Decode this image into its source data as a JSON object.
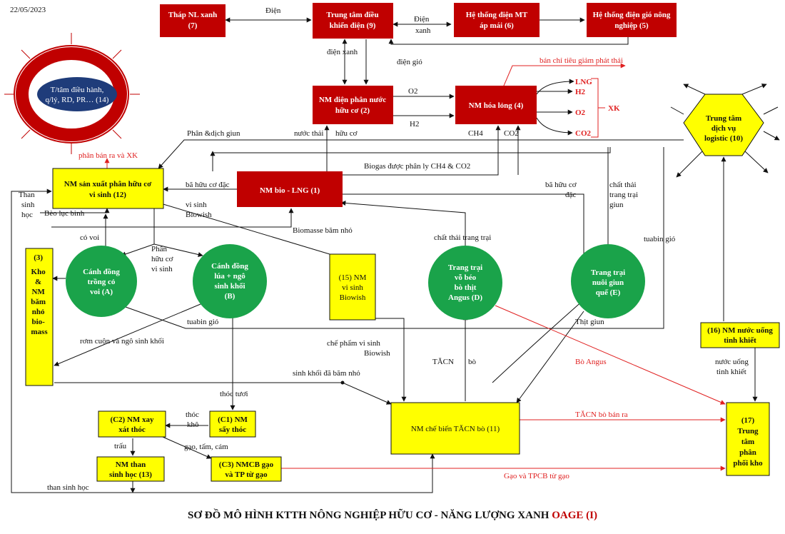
{
  "date": "22/05/2023",
  "title": {
    "main": "SƠ ĐỒ MÔ HÌNH KTTH NÔNG NGHIỆP HỮU CƠ - NĂNG LƯỢNG XANH ",
    "accent": "OAGE (I)"
  },
  "colors": {
    "red_box": "#c00000",
    "yellow_box": "#ffff00",
    "green_circle": "#1aa34a",
    "navy": "#1f3c7a",
    "red_line": "#e02020",
    "hex_fill": "#ffff00"
  },
  "nodes": {
    "n7": {
      "lines": [
        "Tháp NL xanh",
        "(7)"
      ]
    },
    "n9": {
      "lines": [
        "Trung tâm điều",
        "khiển điện (9)"
      ]
    },
    "n6": {
      "lines": [
        "Hệ thống điện MT",
        "áp mái (6)"
      ]
    },
    "n5": {
      "lines": [
        "Hệ thống điện gió nông",
        "nghiệp (5)"
      ]
    },
    "n2": {
      "lines": [
        "NM điện phân nước",
        "hữu cơ (2)"
      ]
    },
    "n4": {
      "lines": [
        "NM hóa lỏng (4)"
      ]
    },
    "n14": {
      "lines": [
        "T/tâm điều hành,",
        "q/lý, RD, PR… (14)"
      ]
    },
    "n10": {
      "lines": [
        "Trung tâm",
        "dịch vụ",
        "logistic (10)"
      ]
    },
    "n12": {
      "lines": [
        "NM sản xuất phân hữu cơ",
        "vi sinh (12)"
      ]
    },
    "n1": {
      "lines": [
        "NM bio - LNG (1)"
      ]
    },
    "n3": {
      "lines": [
        "(3)",
        "Kho",
        "&",
        "NM",
        "băm",
        "nhỏ",
        "bio-",
        "mass"
      ]
    },
    "nA": {
      "lines": [
        "Cánh đồng",
        "trồng cỏ",
        "voi (A)"
      ]
    },
    "nB": {
      "lines": [
        "Cánh đồng",
        "lúa + ngô",
        "sinh khối",
        "(B)"
      ]
    },
    "n15": {
      "lines": [
        "(15) NM",
        "vi sinh",
        "Biowish"
      ]
    },
    "nD": {
      "lines": [
        "Trang trại",
        "vỗ béo",
        "bò thịt",
        "Angus (D)"
      ]
    },
    "nE": {
      "lines": [
        "Trang trại",
        "nuôi giun",
        "quế (E)"
      ]
    },
    "n16": {
      "lines": [
        "(16) NM nước uống",
        "tinh khiết"
      ]
    },
    "nC2": {
      "lines": [
        "(C2) NM xay",
        "xát thóc"
      ]
    },
    "nC1": {
      "lines": [
        "(C1) NM",
        "sấy thóc"
      ]
    },
    "n11": {
      "lines": [
        "NM chế biến TĂCN bò (11)"
      ]
    },
    "n13": {
      "lines": [
        "NM than",
        "sinh học (13)"
      ]
    },
    "nC3": {
      "lines": [
        "(C3) NMCB gạo",
        "và TP từ gạo"
      ]
    },
    "n17": {
      "lines": [
        "(17)",
        "Trung",
        "tâm",
        "phân",
        "phối kho"
      ]
    }
  },
  "outputs": [
    "LNG",
    "H2",
    "O2",
    "CO2"
  ],
  "xk": "XK",
  "edge_labels": {
    "dien": "Điện",
    "dien_xanh_1": "Điện",
    "dien_xanh_2": "xanh",
    "dien_xanh_v": "điện xanh",
    "dien_gio": "điện gió",
    "ban_chi": "bán chỉ tiêu giảm phát thải",
    "o2": "O2",
    "h2": "H2",
    "ch4": "CH4",
    "co2": "CO2",
    "nuoc_thai": "nước thải",
    "huu_co": "hữu cơ",
    "phan_dich_giun": "Phân &dịch giun",
    "phan_ban_xk": "phân bán ra và XK",
    "biogas": "Biogas được phân ly CH4 & CO2",
    "ba_huu_co_dac_1": "bã hữu cơ đặc",
    "ba_huu_co_dac_2a": "bã hữu cơ",
    "ba_huu_co_dac_2b": "đặc",
    "chat_thai_a": "chất thải",
    "chat_thai_b": "trang trại",
    "chat_thai_c": "giun",
    "than_sinh_hoc_a": "Than",
    "than_sinh_hoc_b": "sinh",
    "than_sinh_hoc_c": "học",
    "beo_luc_binh": "Bèo lục bình",
    "vi_sinh_biowish_a": "vi sinh",
    "vi_sinh_biowish_b": "Biowish",
    "biomasse": "Biomasse băm nhỏ",
    "co_voi": "cỏ voi",
    "phan_huu_co_vs_a": "Phân",
    "phan_huu_co_vs_b": "hữu cơ",
    "phan_huu_co_vs_c": "vi sinh",
    "chat_thai_tt": "chất thải trang trại",
    "tuabin_gio_1": "tuabin gió",
    "tuabin_gio_2": "tuabin gió",
    "thit_giun": "Thịt giun",
    "rom_cuon": "rơm cuộn và ngô sinh khối",
    "che_pham_a": "chế phẩm vi sinh",
    "che_pham_b": "Biowish",
    "tacn": "TĂCN",
    "bo": "bò",
    "bo_angus": "Bò Angus",
    "nuoc_uong_a": "nước uống",
    "nuoc_uong_b": "tinh khiết",
    "sinh_khoi": "sinh khối đã băm nhỏ",
    "thoc_tuoi": "thóc tươi",
    "thoc_kho_a": "thóc",
    "thoc_kho_b": "khô",
    "trau": "trấu",
    "gao_tam_cam": "gạo, tấm, cám",
    "tacn_ban_ra": "TĂCN bò bán ra",
    "gao_tpcb": "Gạo và TPCB từ gạo",
    "than_sinh_hoc_bottom": "than sinh học"
  }
}
